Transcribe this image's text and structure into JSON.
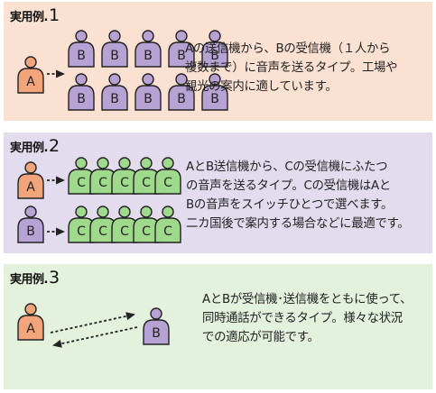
{
  "examples": [
    {
      "label": "実用例.",
      "num": "1",
      "senders": [
        "A"
      ],
      "receiver_letter": "B",
      "description": "Aの送信機から、Bの受信機（１人から\n複数まで）に音声を送るタイプ。工場や\n観光の案内に適しています。"
    },
    {
      "label": "実用例.",
      "num": "2",
      "senders": [
        "A",
        "B"
      ],
      "receiver_letter": "C",
      "description": "AとB送信機から、Cの受信機にふたつ\nの音声を送るタイプ。Cの受信機はAと\nBの音声をスイッチひとつで選べます。\n二カ国後で案内する場合などに最適です。"
    },
    {
      "label": "実用例.",
      "num": "3",
      "persons": [
        "A",
        "B"
      ],
      "description": "AとBが受信機･送信機をともに使って、\n同時通話ができるタイプ。様々な状況\nでの適応が可能です。"
    }
  ],
  "colors": {
    "panel1": "#fbe1d2",
    "panel2": "#e3dcee",
    "panel3": "#e3f1dd",
    "person_orange": "#f2a47b",
    "person_purple": "#b6a3d3",
    "person_green": "#9fd98c",
    "outline": "#222222"
  }
}
